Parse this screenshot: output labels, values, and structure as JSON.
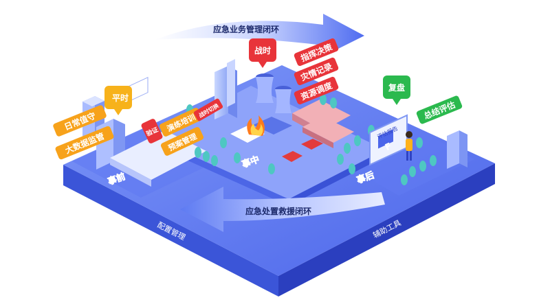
{
  "arrows": {
    "top": "应急业务管理闭环",
    "bottom": "应急处置救援闭环"
  },
  "edges": {
    "left": "配置管理",
    "right": "辅助工具"
  },
  "phases": {
    "before": "事前",
    "during": "事中",
    "after": "事后"
  },
  "pins": {
    "peacetime": "平时",
    "wartime": "战时",
    "review": "复盘"
  },
  "tags": {
    "daily_duty": "日常值守",
    "big_data_monitor": "大数据监管",
    "drill_training": "演练培训",
    "plan_management": "预案管理",
    "verify": "验证",
    "wartime_switch": "战时切换",
    "command_decision": "指挥决策",
    "disaster_record": "灾情记录",
    "resource_dispatch": "资源调度",
    "summary_evaluation": "总结评估"
  },
  "screens": {
    "evaluation_report": "评估报告",
    "report_glyph": "F"
  },
  "colors": {
    "platform_top": "#4f6ef0",
    "platform_side": "#3a52d6",
    "platform_front": "#2f43c4",
    "center_island": "#6a86f5",
    "tag_orange": "#f7a21b",
    "tag_red": "#e8343a",
    "tag_green": "#2bb94e",
    "arrow_fill": "#5e7cf0"
  }
}
